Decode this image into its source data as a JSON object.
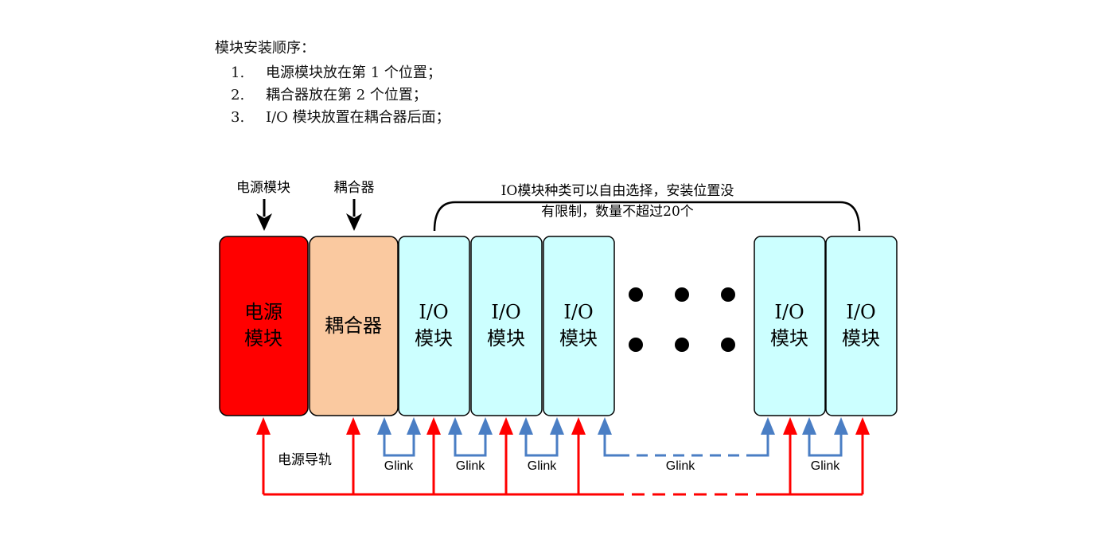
{
  "heading": "模块安装顺序：",
  "steps": [
    {
      "num": "1.",
      "text": "电源模块放在第 1 个位置；"
    },
    {
      "num": "2.",
      "text": "耦合器放在第 2 个位置；"
    },
    {
      "num": "3.",
      "text": "I/O 模块放置在耦合器后面；"
    }
  ],
  "labels": {
    "power_module": "电源模块",
    "coupler": "耦合器",
    "brace_line1": "IO模块种类可以自由选择，安装位置没",
    "brace_line2": "有限制，数量不超过20个",
    "power_rail": "电源导轨",
    "glink": "Glink"
  },
  "boxes": {
    "power": [
      "电源",
      "模块"
    ],
    "coupler": "耦合器",
    "io": [
      "I/O",
      "模块"
    ]
  },
  "colors": {
    "power": "#ff0000",
    "coupler": "#fac9a0",
    "io": "#ccffff",
    "red_arrow": "#ff0000",
    "blue_arrow": "#4a7ec4"
  }
}
